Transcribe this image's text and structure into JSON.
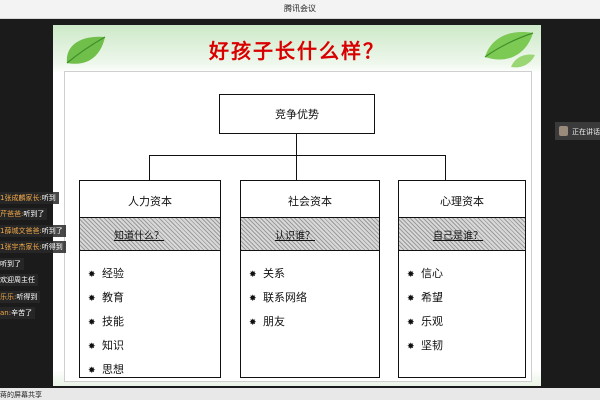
{
  "window": {
    "title": "腾讯会议"
  },
  "slide": {
    "headline": "好孩子长什么样？",
    "diagram": {
      "root": "竞争优势",
      "columns": [
        {
          "title": "人力资本",
          "question": "知道什么？",
          "items": [
            "经验",
            "教育",
            "技能",
            "知识",
            "思想"
          ]
        },
        {
          "title": "社会资本",
          "question": "认识谁？",
          "items": [
            "关系",
            "联系网络",
            "朋友"
          ]
        },
        {
          "title": "心理资本",
          "question": "自己是谁？",
          "items": [
            "信心",
            "希望",
            "乐观",
            "坚韧"
          ]
        }
      ],
      "bullet": "✸"
    }
  },
  "sidebar": {
    "speaker_status": "正在讲话"
  },
  "chat": [
    {
      "name": "1张成麟家长:",
      "text": "听到"
    },
    {
      "name": "芹爸爸:",
      "text": "听到了"
    },
    {
      "name": "1薛城文爸爸:",
      "text": "听到了"
    },
    {
      "name": "1张宇杰家长:",
      "text": "听得到"
    },
    {
      "name": "",
      "text": "听到了"
    },
    {
      "name": "",
      "text": "欢迎周主任"
    },
    {
      "name": "乐乐:",
      "text": "听得到"
    },
    {
      "name": "an:",
      "text": "辛苦了"
    }
  ],
  "bottom": {
    "caption": "蒋的屏幕共享"
  }
}
